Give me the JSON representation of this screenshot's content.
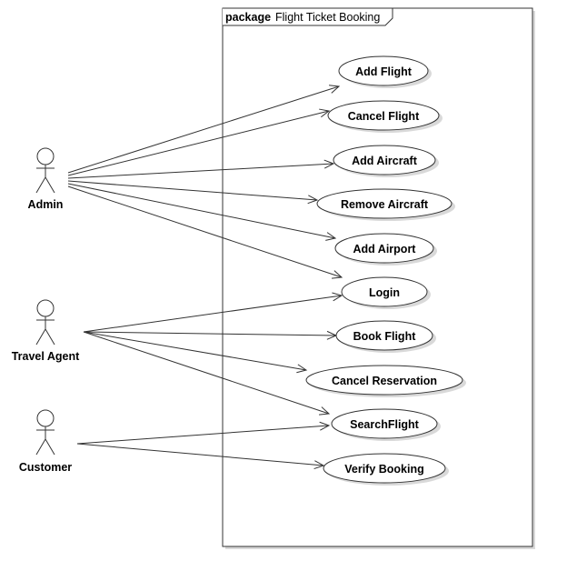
{
  "package": {
    "keyword": "package",
    "name": "Flight Ticket Booking"
  },
  "actors": [
    {
      "id": "admin",
      "label": "Admin"
    },
    {
      "id": "travel_agent",
      "label": "Travel Agent"
    },
    {
      "id": "customer",
      "label": "Customer"
    }
  ],
  "use_cases": [
    {
      "id": "add_flight",
      "label": "Add Flight"
    },
    {
      "id": "cancel_flight",
      "label": "Cancel Flight"
    },
    {
      "id": "add_aircraft",
      "label": "Add Aircraft"
    },
    {
      "id": "remove_aircraft",
      "label": "Remove Aircraft"
    },
    {
      "id": "add_airport",
      "label": "Add Airport"
    },
    {
      "id": "login",
      "label": "Login"
    },
    {
      "id": "book_flight",
      "label": "Book Flight"
    },
    {
      "id": "cancel_reservation",
      "label": "Cancel Reservation"
    },
    {
      "id": "search_flight",
      "label": "SearchFlight"
    },
    {
      "id": "verify_booking",
      "label": "Verify Booking"
    }
  ],
  "associations": [
    {
      "from": "admin",
      "to": "add_flight"
    },
    {
      "from": "admin",
      "to": "cancel_flight"
    },
    {
      "from": "admin",
      "to": "add_aircraft"
    },
    {
      "from": "admin",
      "to": "remove_aircraft"
    },
    {
      "from": "admin",
      "to": "add_airport"
    },
    {
      "from": "admin",
      "to": "login"
    },
    {
      "from": "travel_agent",
      "to": "login"
    },
    {
      "from": "travel_agent",
      "to": "book_flight"
    },
    {
      "from": "travel_agent",
      "to": "cancel_reservation"
    },
    {
      "from": "travel_agent",
      "to": "search_flight"
    },
    {
      "from": "customer",
      "to": "search_flight"
    },
    {
      "from": "customer",
      "to": "verify_booking"
    }
  ]
}
